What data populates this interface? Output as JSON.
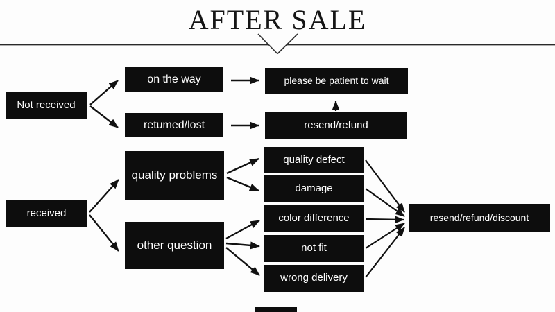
{
  "title": "AFTER SALE",
  "colors": {
    "background": "#fdfdfd",
    "box_bg": "#0d0d0d",
    "box_text": "#ffffff",
    "line": "#222222"
  },
  "nodes": {
    "not_received": "Not received",
    "on_the_way": "on the way",
    "returned_lost": "retumed/lost",
    "please_wait": "please be patient to wait",
    "resend_refund": "resend/refund",
    "quality_problems": "quality problems",
    "received": "received",
    "other_question": "other question",
    "quality_defect": "quality defect",
    "damage": "damage",
    "color_difference": "color difference",
    "not_fit": "not fit",
    "wrong_delivery": "wrong delivery",
    "resend_refund_discount": "resend/refund/discount"
  }
}
